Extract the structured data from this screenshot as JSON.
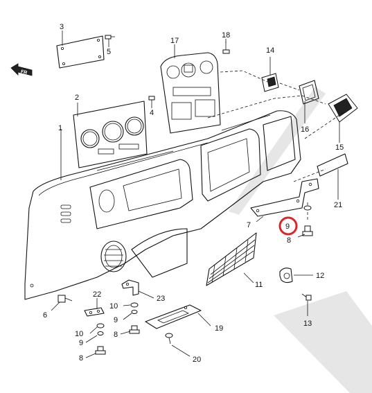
{
  "diagram": {
    "front_arrow_label": "FR",
    "highlight_color": "#d9262b",
    "callouts": {
      "c1": "1",
      "c2": "2",
      "c3": "3",
      "c4": "4",
      "c5": "5",
      "c6": "6",
      "c7": "7",
      "c8a": "8",
      "c8b": "8",
      "c8c": "8",
      "c9a": "9",
      "c9b": "9",
      "c9c": "9",
      "c10a": "10",
      "c10b": "10",
      "c11": "11",
      "c12": "12",
      "c13": "13",
      "c14": "14",
      "c15": "15",
      "c16": "16",
      "c17": "17",
      "c18": "18",
      "c19": "19",
      "c20": "20",
      "c21": "21",
      "c22": "22",
      "c23": "23"
    }
  }
}
